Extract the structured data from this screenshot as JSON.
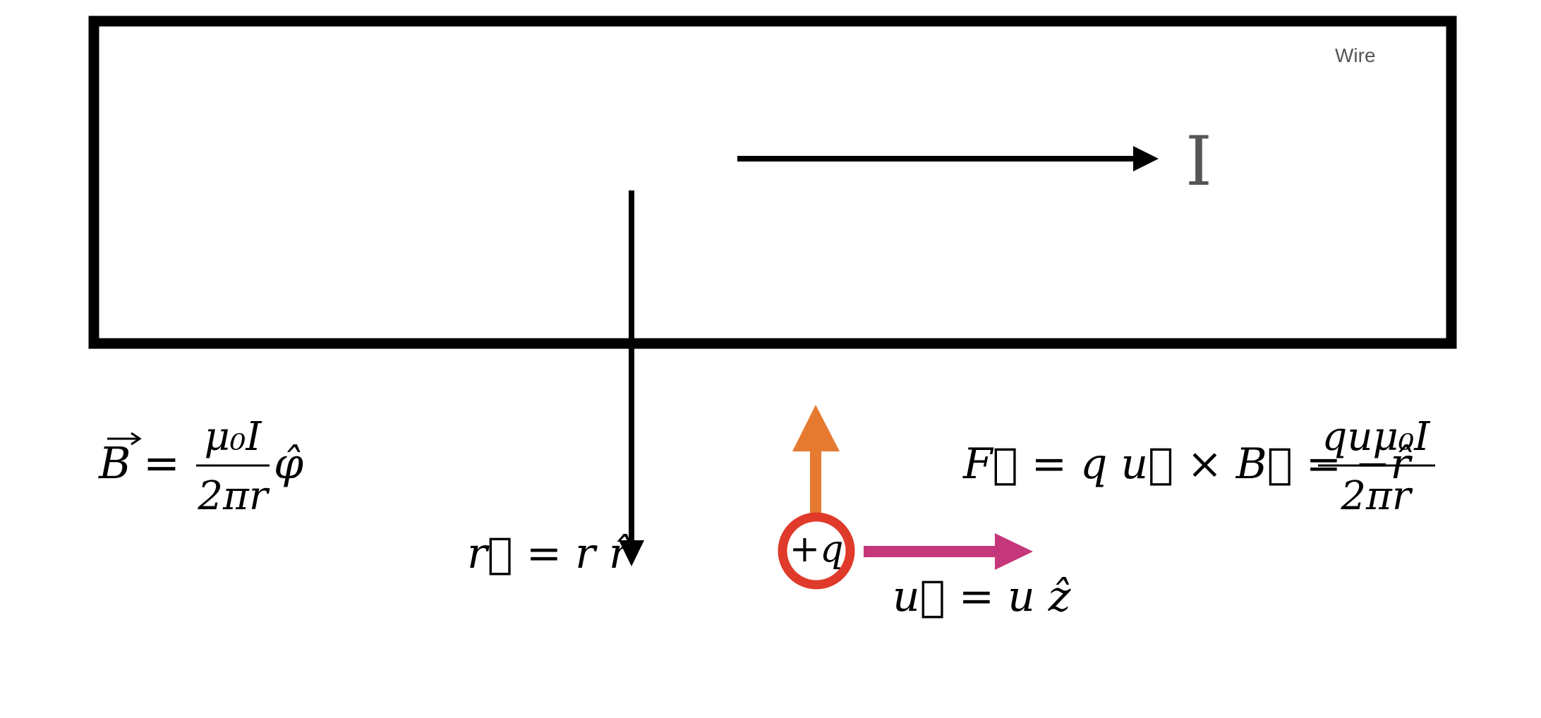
{
  "wire": {
    "label": "Wire",
    "current_symbol": "I"
  },
  "particle": {
    "charge_label": "+q"
  },
  "equations": {
    "b_field": {
      "lhs": "B",
      "eq": "=",
      "numerator": "μ₀I",
      "denominator": "2πr",
      "unit_vector": "φ̂"
    },
    "r_vector": {
      "text": "r⃗ = r r̂"
    },
    "u_vector": {
      "text": "u⃗ = u ẑ"
    },
    "force": {
      "lhs": "F⃗ = q u⃗ × B⃗ = −r̂",
      "numerator": "quμ₀I",
      "denominator": "2πr"
    }
  },
  "colors": {
    "wire_border": "#000000",
    "current_arrow": "#000000",
    "r_arrow": "#000000",
    "force_arrow": "#E67A30",
    "velocity_arrow": "#C5367A",
    "charge_ring": "#E03A2A",
    "label_gray": "#555555"
  }
}
